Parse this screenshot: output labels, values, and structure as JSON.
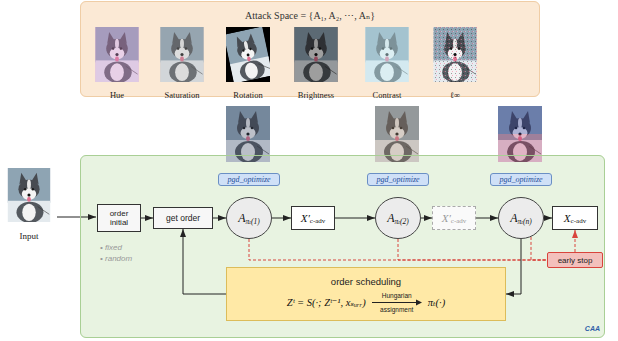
{
  "diagram": {
    "nodes": [
      {
        "text": [
          "Attack Space = {A₁, A₂, ⋯, Aₙ}"
        ]
      },
      {
        "text": [
          "CAA"
        ]
      },
      {
        "text": [
          "order initial"
        ],
        "in": 1
      },
      {
        "text": [
          "get order"
        ],
        "in": 1
      },
      {
        "text": [
          "pgd_optimize"
        ],
        "in": 1
      },
      {
        "text": [
          "A",
          "πₜ(1)"
        ],
        "in": 1
      },
      {
        "text": [
          "X′",
          "c-adv"
        ],
        "in": 1
      },
      {
        "text": [
          "pgd_optimize"
        ],
        "in": 1
      },
      {
        "text": [
          "A",
          "πₜ(2)"
        ],
        "in": 1
      },
      {
        "text": [
          "X′",
          "c-adv"
        ],
        "in": 1
      },
      {
        "text": [
          "pgd_optimize"
        ],
        "in": 1
      },
      {
        "text": [
          "A",
          "πₜ(n)"
        ],
        "in": 1
      },
      {
        "text": [
          "X",
          "c-adv"
        ],
        "in": 1
      },
      {
        "text": [
          "early stop"
        ],
        "in": 1
      },
      {
        "text": [
          "order scheduling",
          "Zᵗ = S(·; Zᵗ⁻¹, xₛᵤᵣᵣ)",
          "Hungarian",
          "assignment",
          "πₜ(·)"
        ],
        "in": 1
      }
    ],
    "edges": [
      {
        "from": 2,
        "to": 3,
        "arrow": "to"
      },
      {
        "from": 3,
        "to": 5,
        "arrow": "to"
      },
      {
        "from": 5,
        "to": 6,
        "arrow": "to"
      },
      {
        "from": 6,
        "to": 8,
        "arrow": "to"
      },
      {
        "from": 8,
        "to": 9,
        "arrow": "to"
      },
      {
        "from": 9,
        "to": 11,
        "arrow": "to"
      },
      {
        "from": 11,
        "to": 12,
        "arrow": "to"
      },
      {
        "from": 5,
        "to": 13,
        "arrow": "none"
      },
      {
        "from": 8,
        "to": 13,
        "arrow": "none"
      },
      {
        "from": 11,
        "to": 13,
        "arrow": "none"
      },
      {
        "from": 13,
        "to": 12,
        "arrow": "to"
      },
      {
        "from": 11,
        "to": 14,
        "arrow": "to"
      },
      {
        "from": 14,
        "to": 3,
        "arrow": "to"
      }
    ],
    "labels": [
      "Hue",
      "Saturation",
      "Rotation",
      "Brightness",
      "Contrast",
      "ℓ∞",
      "Input",
      "• fixed",
      "• random"
    ]
  }
}
